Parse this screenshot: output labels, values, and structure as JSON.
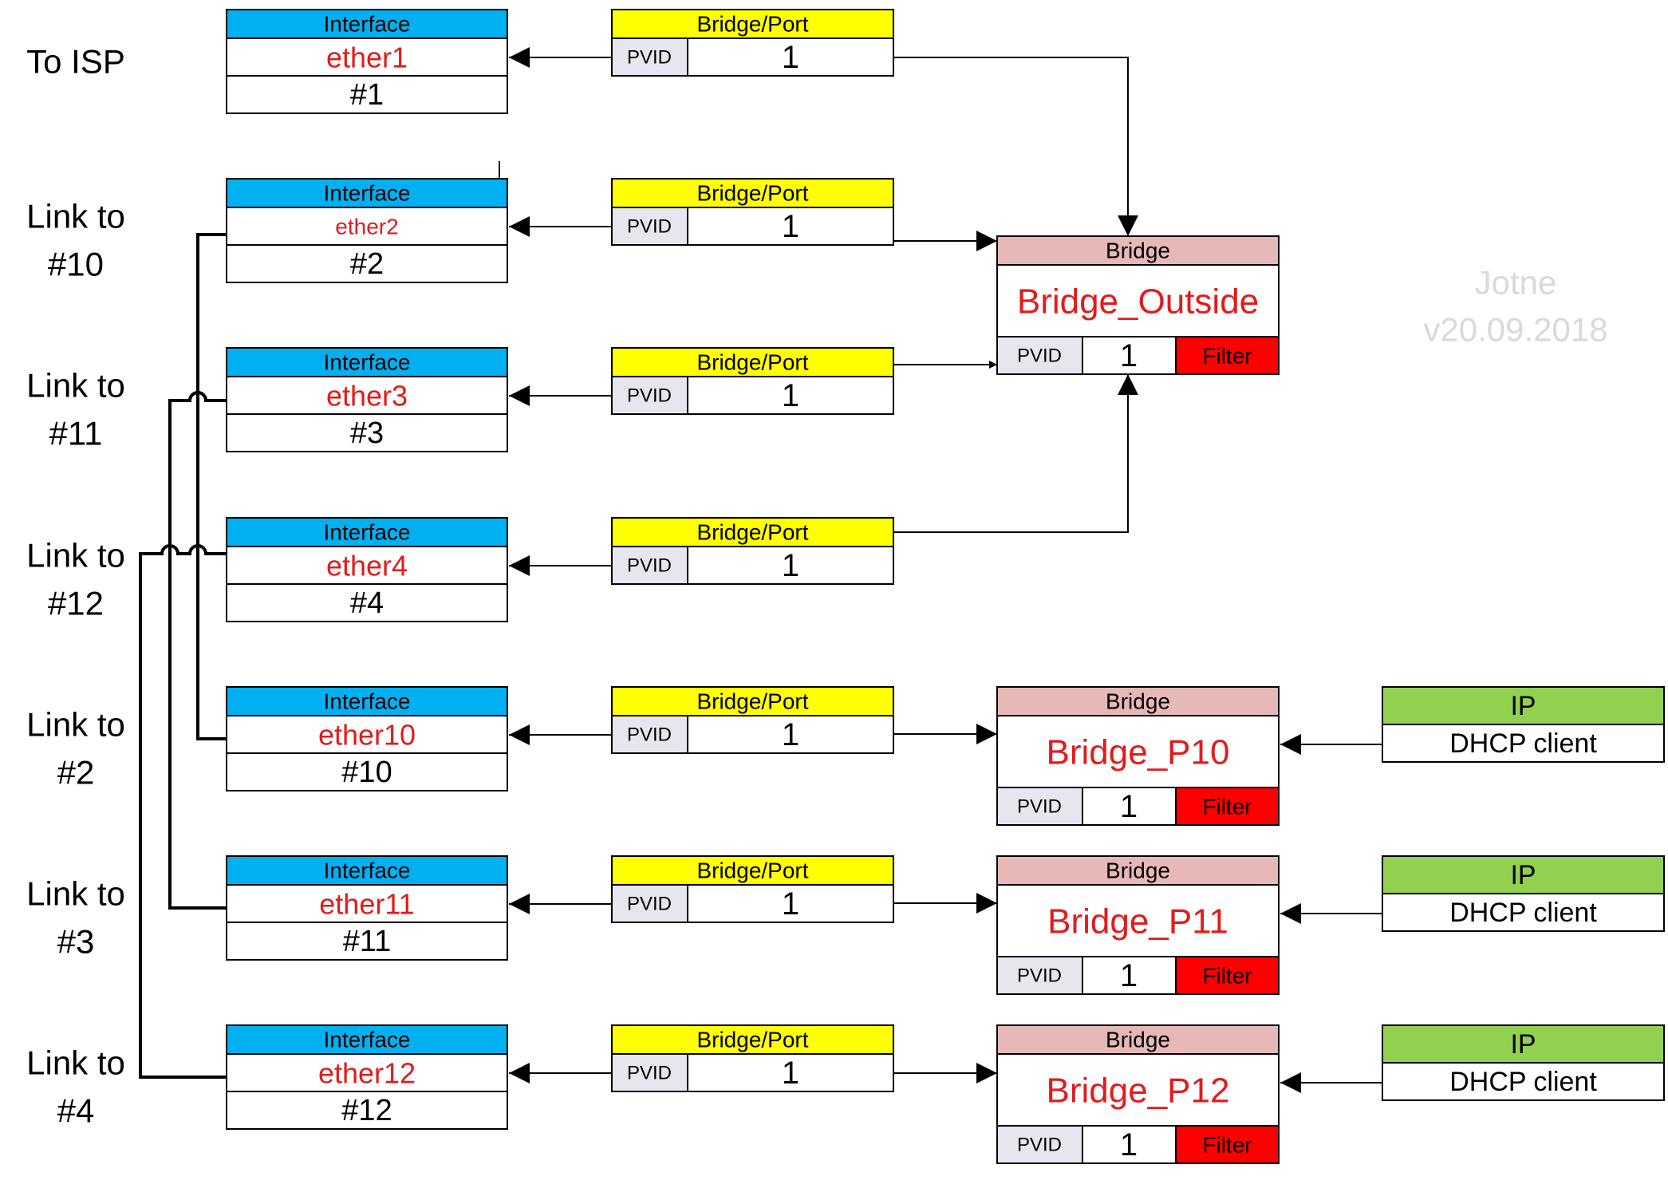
{
  "colors": {
    "interface_header": "#00B0F0",
    "bridge_port_header": "#FFFF00",
    "bridge_header": "#E6B8B7",
    "ip_header": "#92D050",
    "filter": "#FF0000",
    "pvid_cell": "#E7E6EF",
    "red_text": "#E31B1B",
    "watermark": "#D9D9D9"
  },
  "watermark": {
    "line1": "Jotne",
    "line2": "v20.09.2018"
  },
  "rows": [
    {
      "label": [
        "To ISP"
      ],
      "interface": {
        "header": "Interface",
        "name": "ether1",
        "number": "#1"
      },
      "bridge_port": {
        "header": "Bridge/Port",
        "pvid_label": "PVID",
        "pvid": "1"
      }
    },
    {
      "label": [
        "Link to",
        "#10"
      ],
      "interface": {
        "header": "Interface",
        "name": "ether2",
        "number": "#2"
      },
      "bridge_port": {
        "header": "Bridge/Port",
        "pvid_label": "PVID",
        "pvid": "1"
      }
    },
    {
      "label": [
        "Link to",
        "#11"
      ],
      "interface": {
        "header": "Interface",
        "name": "ether3",
        "number": "#3"
      },
      "bridge_port": {
        "header": "Bridge/Port",
        "pvid_label": "PVID",
        "pvid": "1"
      }
    },
    {
      "label": [
        "Link to",
        "#12"
      ],
      "interface": {
        "header": "Interface",
        "name": "ether4",
        "number": "#4"
      },
      "bridge_port": {
        "header": "Bridge/Port",
        "pvid_label": "PVID",
        "pvid": "1"
      }
    },
    {
      "label": [
        "Link to",
        "#2"
      ],
      "interface": {
        "header": "Interface",
        "name": "ether10",
        "number": "#10"
      },
      "bridge_port": {
        "header": "Bridge/Port",
        "pvid_label": "PVID",
        "pvid": "1"
      }
    },
    {
      "label": [
        "Link to",
        "#3"
      ],
      "interface": {
        "header": "Interface",
        "name": "ether11",
        "number": "#11"
      },
      "bridge_port": {
        "header": "Bridge/Port",
        "pvid_label": "PVID",
        "pvid": "1"
      }
    },
    {
      "label": [
        "Link to",
        "#4"
      ],
      "interface": {
        "header": "Interface",
        "name": "ether12",
        "number": "#12"
      },
      "bridge_port": {
        "header": "Bridge/Port",
        "pvid_label": "PVID",
        "pvid": "1"
      }
    }
  ],
  "bridges": [
    {
      "header": "Bridge",
      "name": "Bridge_Outside",
      "pvid_label": "PVID",
      "pvid": "1",
      "filter": "Filter"
    },
    {
      "header": "Bridge",
      "name": "Bridge_P10",
      "pvid_label": "PVID",
      "pvid": "1",
      "filter": "Filter"
    },
    {
      "header": "Bridge",
      "name": "Bridge_P11",
      "pvid_label": "PVID",
      "pvid": "1",
      "filter": "Filter"
    },
    {
      "header": "Bridge",
      "name": "Bridge_P12",
      "pvid_label": "PVID",
      "pvid": "1",
      "filter": "Filter"
    }
  ],
  "ip_boxes": [
    {
      "header": "IP",
      "body": "DHCP client"
    },
    {
      "header": "IP",
      "body": "DHCP client"
    },
    {
      "header": "IP",
      "body": "DHCP client"
    }
  ]
}
